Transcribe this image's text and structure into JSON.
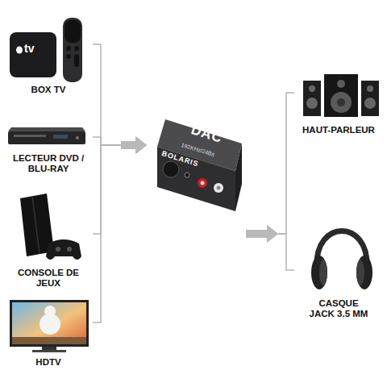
{
  "diagram": {
    "nodes": [
      {
        "text": [
          "BOX TV"
        ]
      },
      {
        "text": [
          "LECTEUR DVD / BLU-RAY"
        ]
      },
      {
        "text": [
          "CONSOLE DE JEUX"
        ]
      },
      {
        "text": [
          "HDTV"
        ]
      },
      {
        "text": [
          "DAC",
          "192KHz/24Bit",
          "BOLARIS"
        ]
      },
      {
        "text": [
          "HAUT-PARLEUR"
        ]
      },
      {
        "text": [
          "CASQUE JACK 3.5 MM"
        ]
      }
    ],
    "edges": [
      {
        "from": 0,
        "to": 4,
        "arrow": "to"
      },
      {
        "from": 1,
        "to": 4,
        "arrow": "to"
      },
      {
        "from": 2,
        "to": 4,
        "arrow": "to"
      },
      {
        "from": 3,
        "to": 4,
        "arrow": "to"
      },
      {
        "from": 4,
        "to": 5,
        "arrow": "to"
      },
      {
        "from": 4,
        "to": 6,
        "arrow": "to"
      }
    ],
    "labels": [
      "tv"
    ]
  }
}
